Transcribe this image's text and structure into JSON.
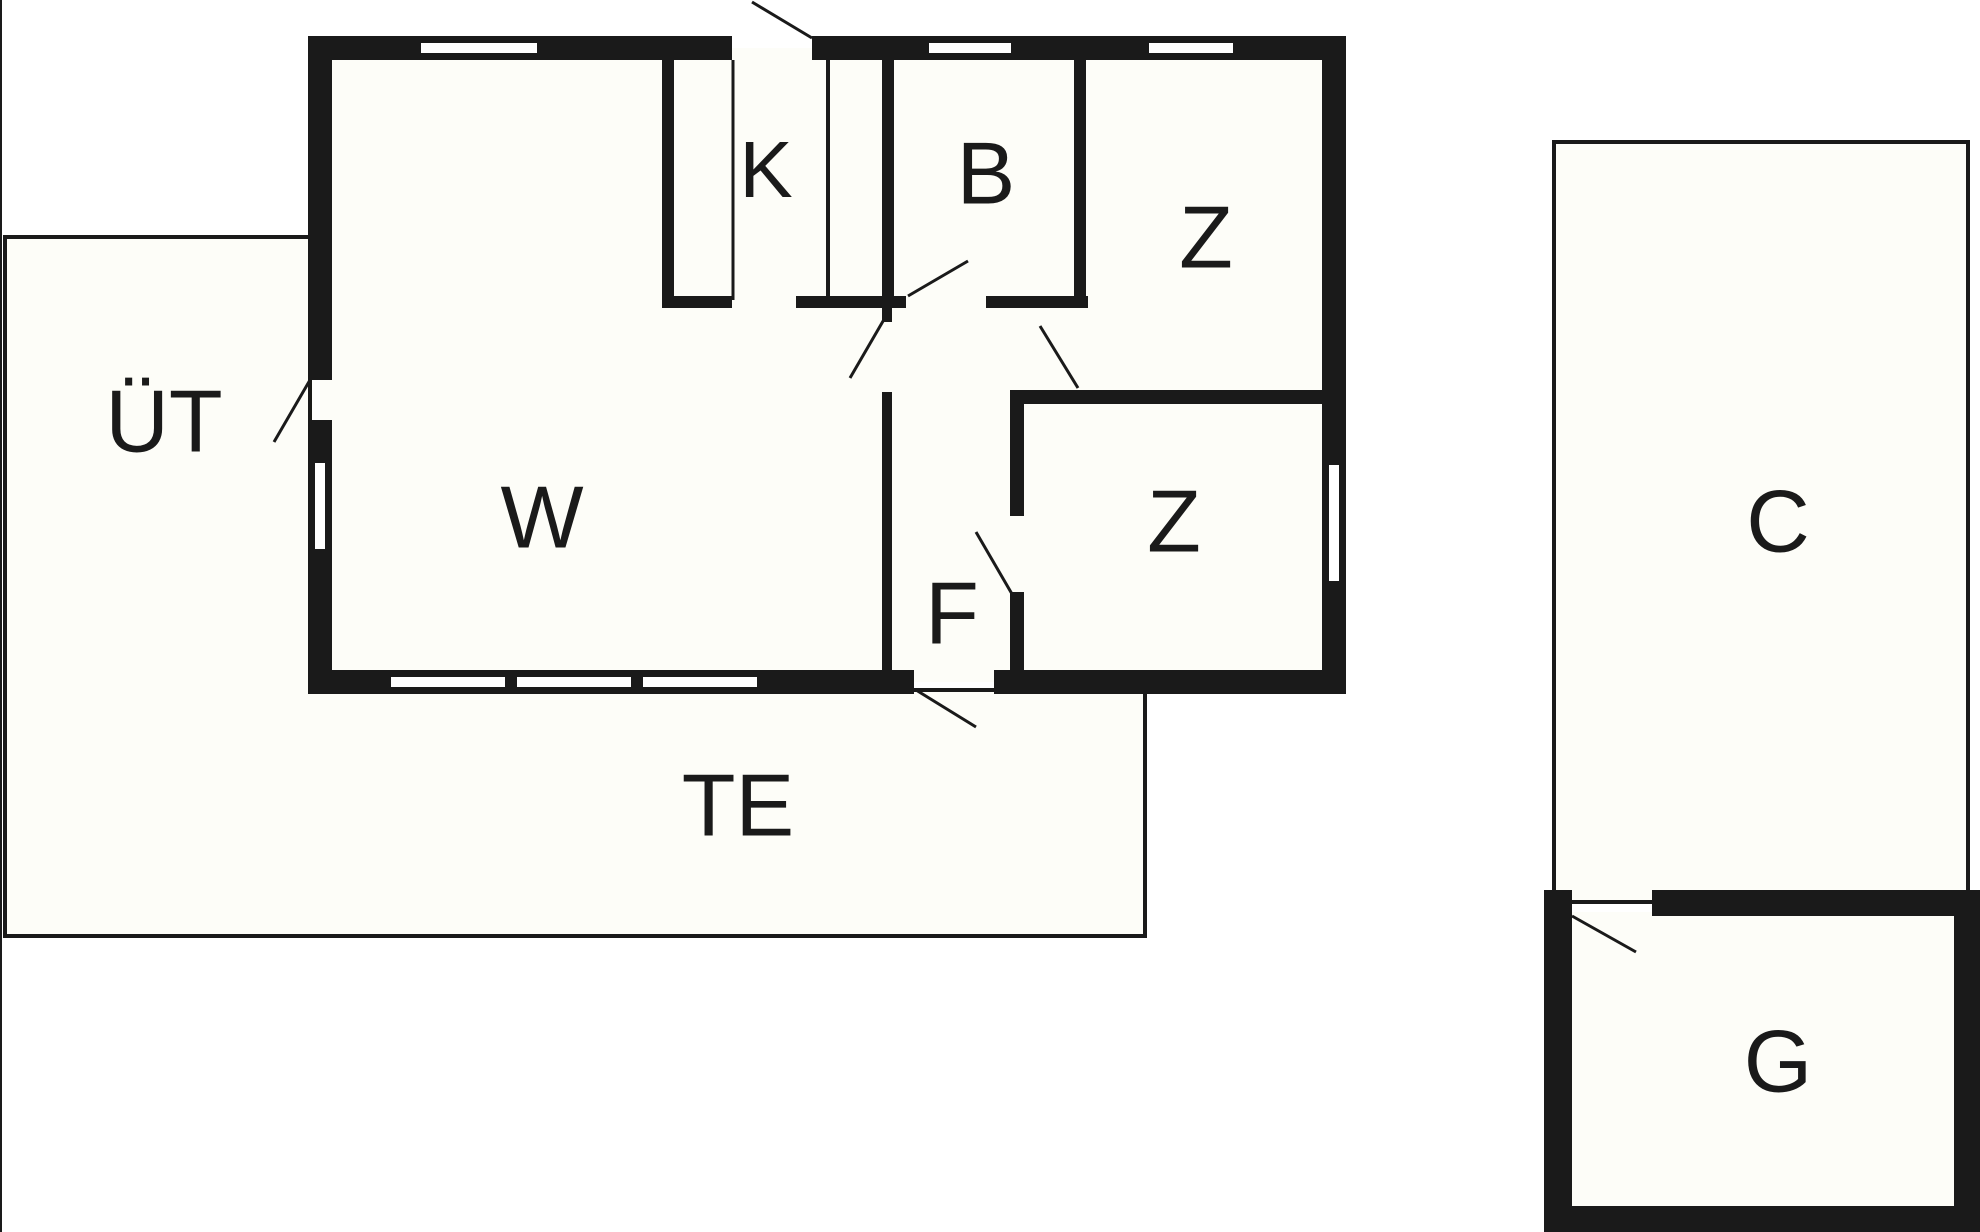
{
  "colors": {
    "background": "#ffffff",
    "floor": "#fdfdf8",
    "wall": "#1a1a1a",
    "label": "#1a1a1a"
  },
  "rooms": {
    "w": {
      "label": "W"
    },
    "k": {
      "label": "K"
    },
    "b": {
      "label": "B"
    },
    "z1": {
      "label": "Z"
    },
    "z2": {
      "label": "Z"
    },
    "f": {
      "label": "F"
    },
    "ut": {
      "label": "ÜT"
    },
    "te": {
      "label": "TE"
    },
    "c": {
      "label": "C"
    },
    "g": {
      "label": "G"
    }
  }
}
